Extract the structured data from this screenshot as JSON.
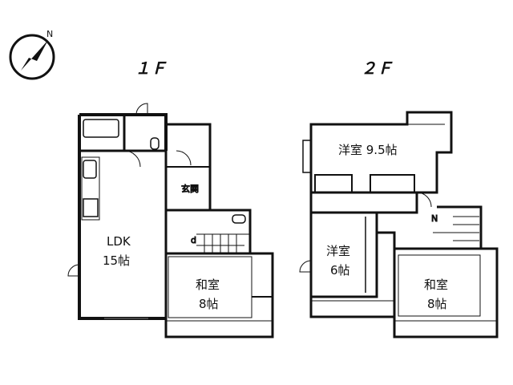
{
  "compass": {
    "north_label": "N",
    "icon": "north-arrow-icon"
  },
  "floor1": {
    "title": "１Ｆ",
    "rooms": {
      "ldk_name": "LDK",
      "ldk_size": "15帖",
      "washitsu_name": "和室",
      "washitsu_size": "8帖",
      "genkan": "玄関"
    },
    "stair_mark": "d"
  },
  "floor2": {
    "title": "２Ｆ",
    "rooms": {
      "western_large": "洋室 9.5帖",
      "western_small_name": "洋室",
      "western_small_size": "6帖",
      "washitsu_name": "和室",
      "washitsu_size": "8帖"
    },
    "stair_mark": "N"
  }
}
